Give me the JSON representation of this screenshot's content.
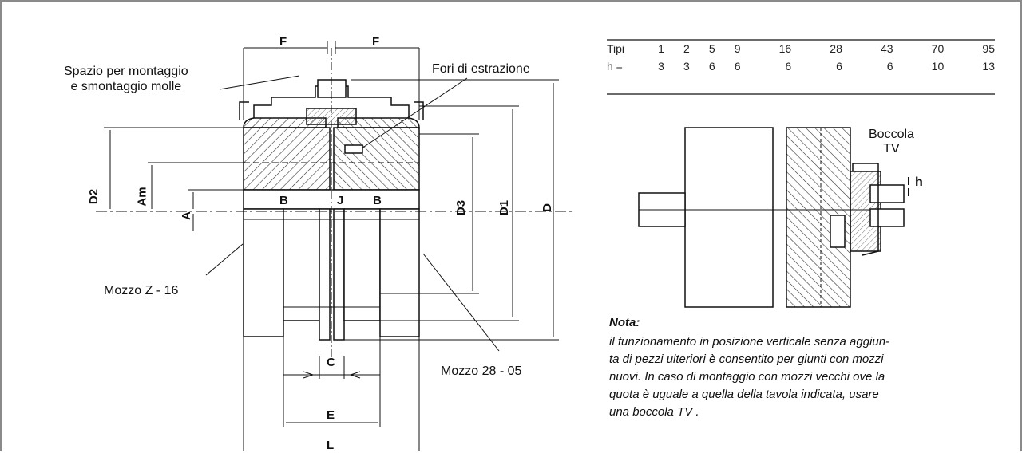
{
  "labels": {
    "spazio": "Spazio per montaggio\ne smontaggio molle",
    "fori": "Fori di estrazione",
    "mozzo_z": "Mozzo Z - 16",
    "mozzo_28": "Mozzo 28 - 05",
    "boccola": "Boccola\nTV",
    "h": "h"
  },
  "dims": {
    "F1": "F",
    "F2": "F",
    "B1": "B",
    "B2": "B",
    "J": "J",
    "C": "C",
    "E": "E",
    "L": "L",
    "D2": "D2",
    "Am": "Am",
    "A": "A",
    "D3": "D3",
    "D1": "D1",
    "D": "D"
  },
  "table": {
    "row1_head": "Tipi",
    "row1": [
      "1",
      "2",
      "5",
      "9",
      "16",
      "28",
      "43",
      "70",
      "95"
    ],
    "row2_head": "h =",
    "row2": [
      "3",
      "3",
      "6",
      "6",
      "6",
      "6",
      "6",
      "10",
      "13"
    ]
  },
  "nota": {
    "title": "Nota:",
    "body": "il funzionamento in posizione verticale senza aggiun-\nta di pezzi ulteriori è consentito per giunti con mozzi\nnuovi. In caso di montaggio con mozzi vecchi ove la\nquota è uguale a quella della tavola indicata, usare\nuna boccola TV ."
  }
}
